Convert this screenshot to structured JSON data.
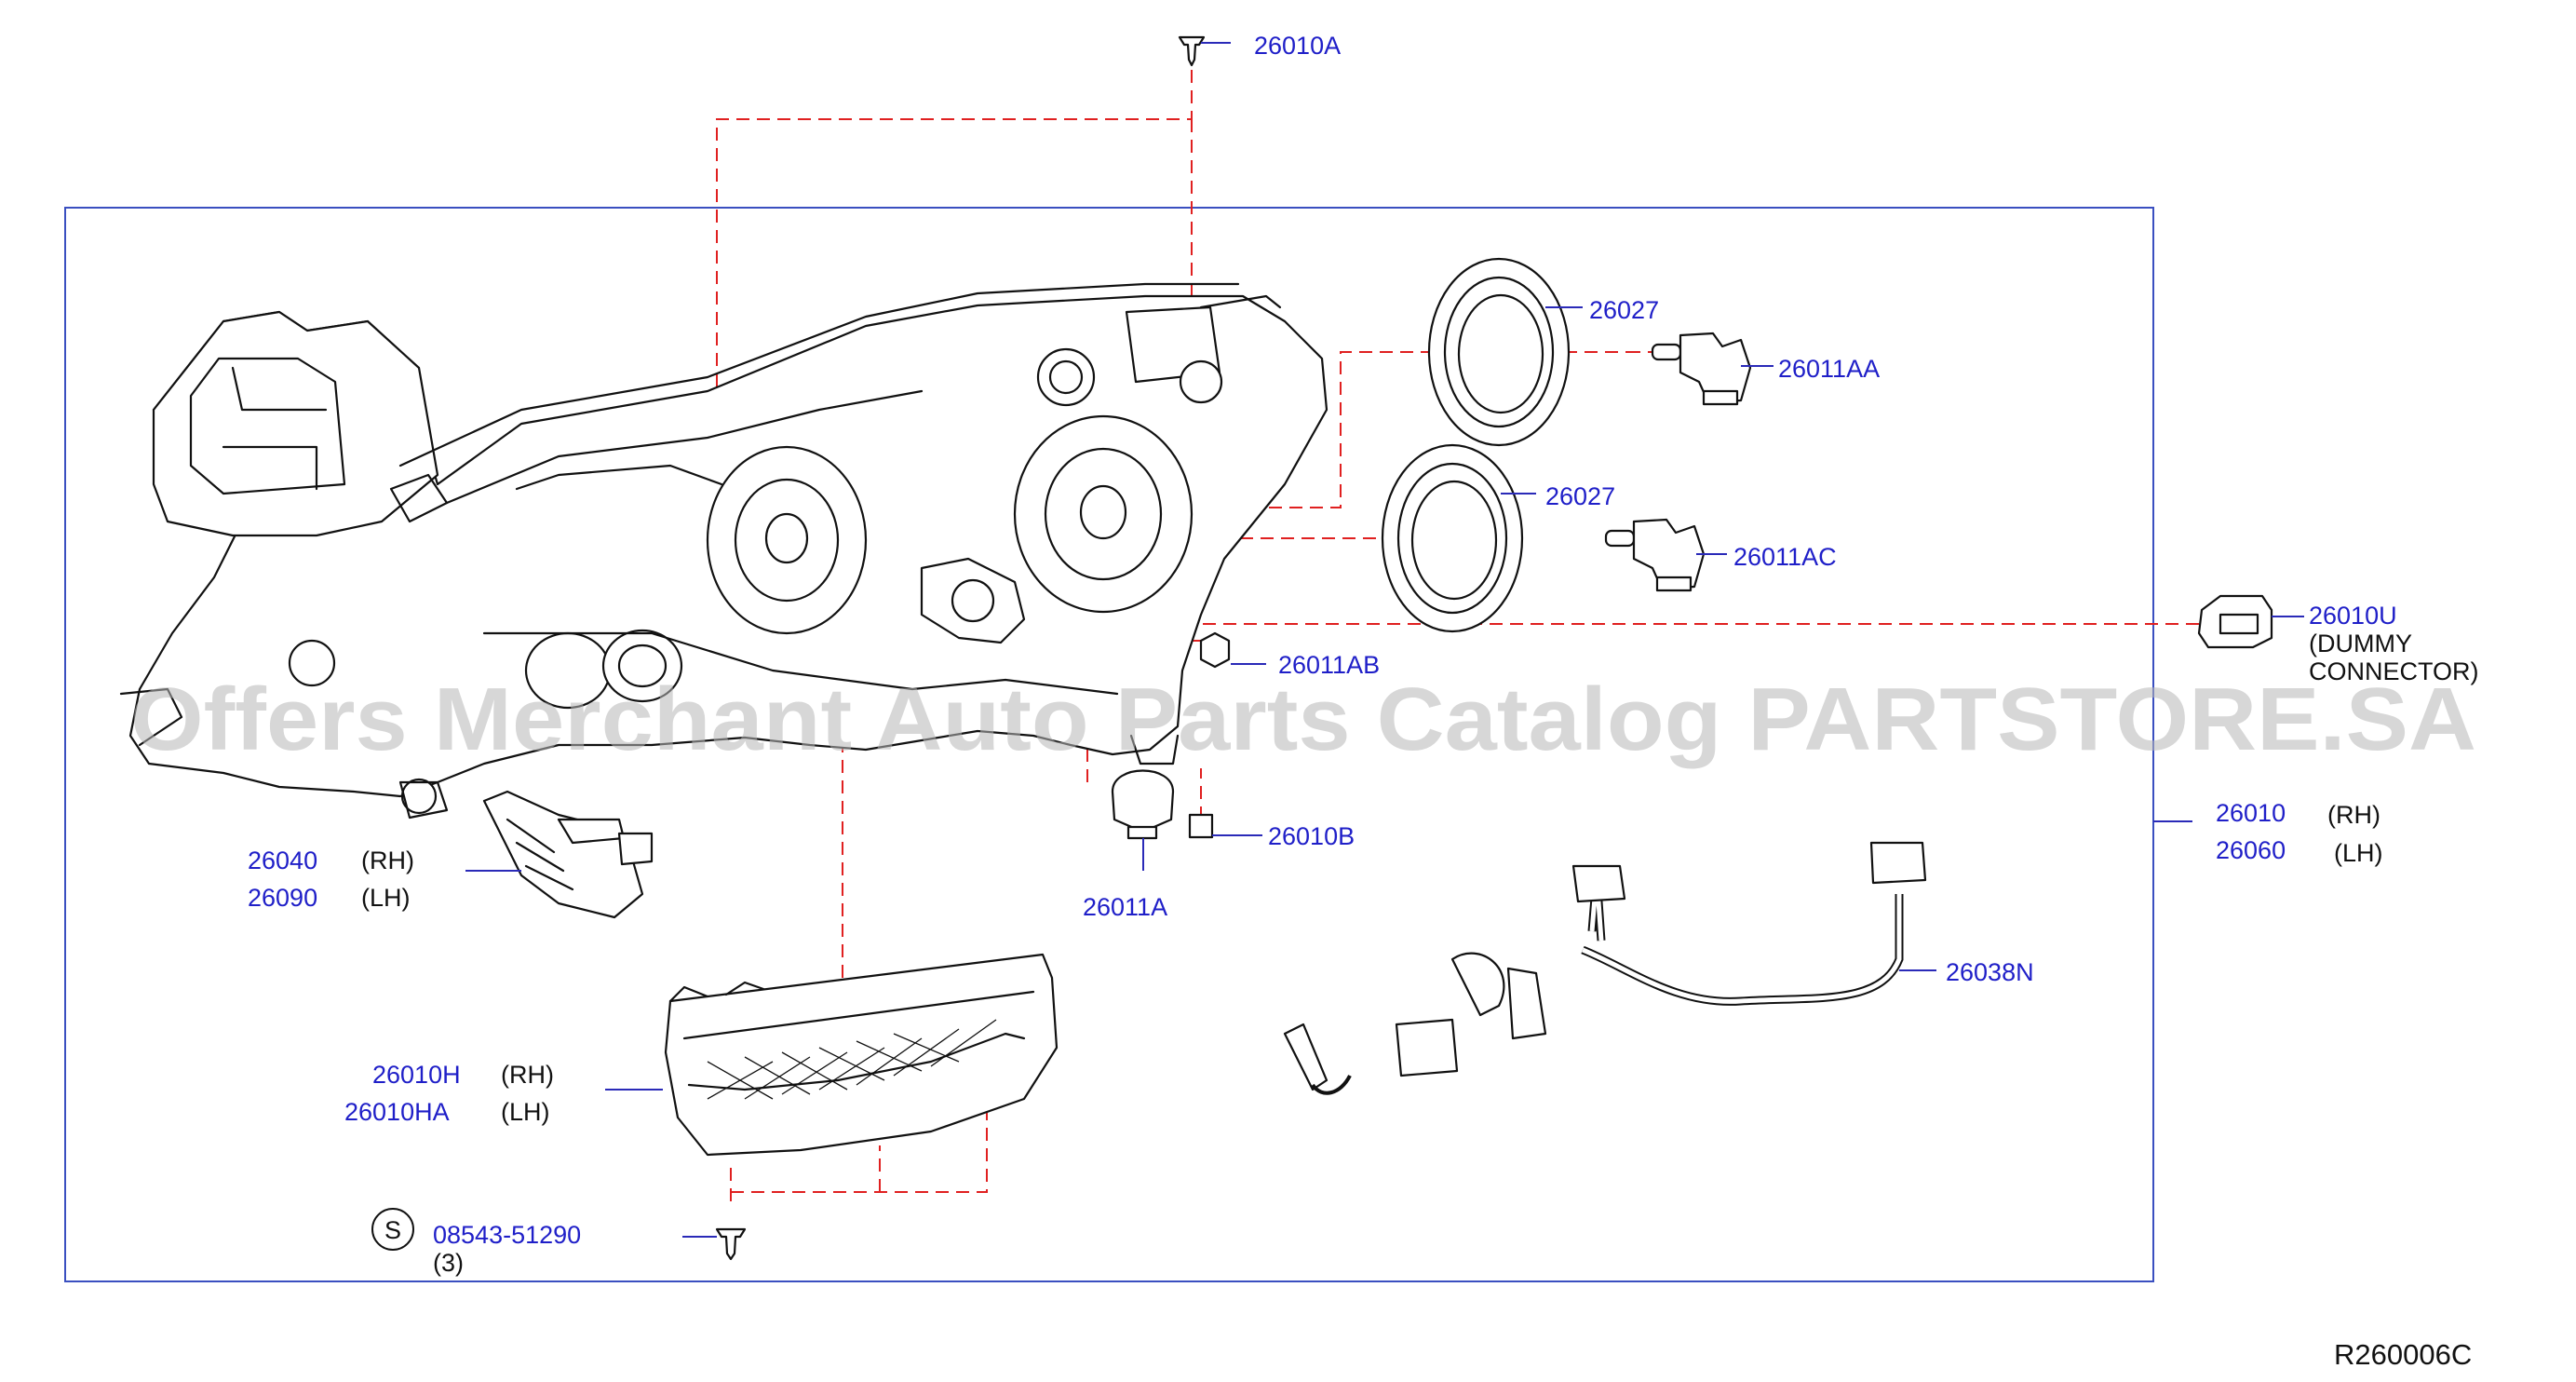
{
  "diagram": {
    "reference": "R260006C",
    "watermark": "Offers Merchant Auto Parts Catalog PARTSTORE.SA"
  },
  "callouts": {
    "c26010a": "26010A",
    "c26027_top": "26027",
    "c26011aa": "26011AA",
    "c26027_mid": "26027",
    "c26011ac": "26011AC",
    "c26010u": "26010U",
    "c26010u_note1": "(DUMMY",
    "c26010u_note2": "CONNECTOR)",
    "c26011ab": "26011AB",
    "c26010b": "26010B",
    "c26011a": "26011A",
    "c26040": "26040",
    "c26040_side": "(RH)",
    "c26090": "26090",
    "c26090_side": "(LH)",
    "c26010": "26010",
    "c26010_side": "(RH)",
    "c26060": "26060",
    "c26060_side": "(LH)",
    "c26038n": "26038N",
    "c26010h": "26010H",
    "c26010h_side": "(RH)",
    "c26010ha": "26010HA",
    "c26010ha_side": "(LH)",
    "c_s_symbol": "S",
    "c08543": "08543-51290",
    "c08543_qty": "(3)"
  },
  "colors": {
    "callout_text": "#1f1fc8",
    "leader_line": "#2a2ab8",
    "dashed_line": "#e02020",
    "frame": "#3a4fc0",
    "drawing_line": "#111111"
  }
}
